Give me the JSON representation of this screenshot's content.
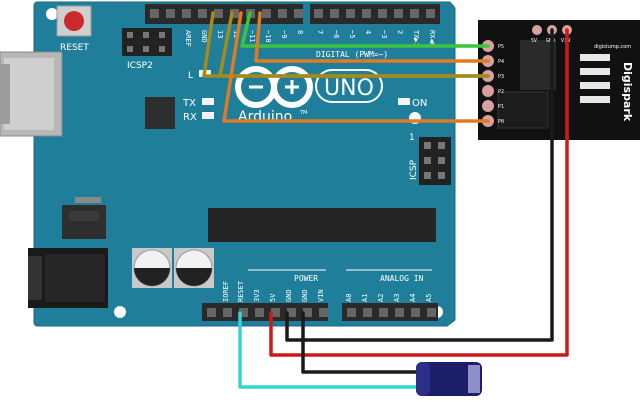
{
  "arduino": {
    "brand": "Arduino",
    "brand_tm": "TM",
    "model": "UNO",
    "reset_label": "RESET",
    "icsp2_label": "ICSP2",
    "icsp_label": "ICSP",
    "icsp_pin1": "1",
    "digital_label": "DIGITAL (PWM=~)",
    "power_label": "POWER",
    "analog_label": "ANALOG IN",
    "on_label": "ON",
    "tx_label": "TX",
    "rx_label": "RX",
    "l_label": "L",
    "aref_label": "AREF",
    "gnd_label": "GND",
    "digital_pins": [
      "13",
      "12",
      "~11",
      "~10",
      "~9",
      "8",
      "7",
      "~6",
      "~5",
      "4",
      "~3",
      "2",
      "TX▶1",
      "RX◀0"
    ],
    "power_pins": [
      "IOREF",
      "RESET",
      "3V3",
      "5V",
      "GND",
      "GND",
      "VIN"
    ],
    "analog_pins": [
      "A0",
      "A1",
      "A2",
      "A3",
      "A4",
      "A5"
    ]
  },
  "digispark": {
    "brand": "Digispark",
    "site": "digistump.com",
    "pin_labels": [
      "P5",
      "P4",
      "P3",
      "P2",
      "P1",
      "P0"
    ],
    "power_labels": [
      "5V",
      "GND",
      "VIN"
    ]
  },
  "colors": {
    "board": "#1f7f9a",
    "board_dark": "#176a82",
    "header": "#2a2a2a",
    "digispark": "#111111",
    "wire_green": "#3cc43c",
    "wire_orange": "#e07a24",
    "wire_olive": "#a38a1c",
    "wire_red": "#cc1a1a",
    "wire_black": "#1a1a1a",
    "wire_cyan": "#33d6d0",
    "capacitor": "#1c1e6a"
  },
  "icons": [
    "usb-connector-icon",
    "reset-button-icon",
    "power-jack-icon",
    "capacitor-icon",
    "arduino-logo-icon"
  ]
}
